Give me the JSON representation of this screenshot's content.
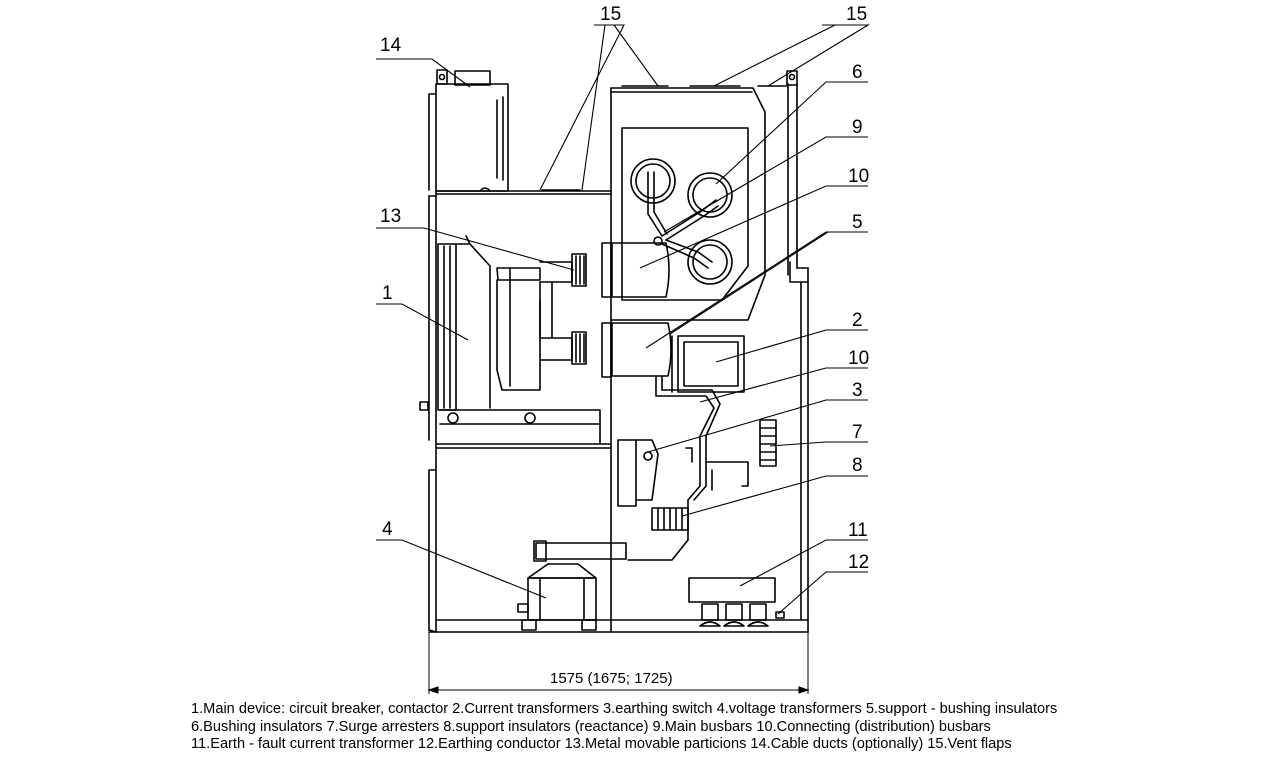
{
  "callouts": {
    "c1": "1",
    "c2": "2",
    "c3": "3",
    "c4": "4",
    "c5": "5",
    "c6": "6",
    "c7": "7",
    "c8": "8",
    "c9": "9",
    "c10a": "10",
    "c10b": "10",
    "c11": "11",
    "c12": "12",
    "c13": "13",
    "c14": "14",
    "c15a": "15",
    "c15b": "15"
  },
  "dimension": "1575 (1675; 1725)",
  "legend": {
    "line1": "1.Main device: circuit breaker, contactor  2.Current transformers  3.earthing switch  4.voltage transformers  5.support - bushing insulators",
    "line2": "6.Bushing insulators  7.Surge arresters  8.support insulators (reactance)  9.Main busbars  10.Connecting (distribution) busbars",
    "line3": "11.Earth - fault current transformer  12.Earthing conductor  13.Metal movable particions  14.Cable ducts (optionally) 15.Vent flaps"
  }
}
